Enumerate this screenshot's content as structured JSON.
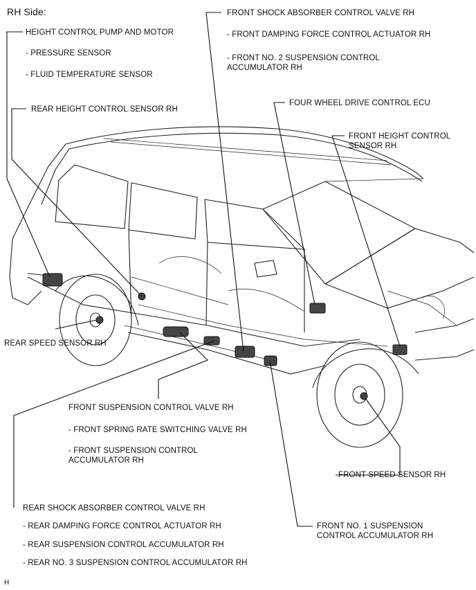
{
  "title": "RH Side:",
  "labels": {
    "height_pump": "HEIGHT CONTROL PUMP AND MOTOR",
    "pressure_sensor": "- PRESSURE SENSOR",
    "fluid_temp_sensor": "- FLUID TEMPERATURE SENSOR",
    "rear_height_sensor": "REAR HEIGHT CONTROL SENSOR RH",
    "rear_speed_sensor": "REAR SPEED SENSOR RH",
    "front_shock_valve": "FRONT SHOCK ABSORBER CONTROL VALVE RH",
    "front_damping_actuator": "- FRONT DAMPING FORCE CONTROL ACTUATOR RH",
    "front_no2_accum_line1": "- FRONT NO. 2 SUSPENSION CONTROL",
    "front_no2_accum_line2": "ACCUMULATOR RH",
    "fwd_ecu": "FOUR WHEEL DRIVE CONTROL ECU",
    "front_height_sensor_line1": "FRONT HEIGHT CONTROL",
    "front_height_sensor_line2": "SENSOR RH",
    "front_susp_valve": "FRONT SUSPENSION CONTROL VALVE RH",
    "front_spring_valve": "- FRONT SPRING RATE SWITCHING VALVE RH",
    "front_susp_accum_line1": "- FRONT SUSPENSION CONTROL",
    "front_susp_accum_line2": "ACCUMULATOR RH",
    "front_speed_sensor": "FRONT SPEED SENSOR RH",
    "rear_shock_valve": "REAR SHOCK ABSORBER CONTROL VALVE RH",
    "rear_damping_actuator": "- REAR DAMPING FORCE CONTROL ACTUATOR RH",
    "rear_susp_accum": "- REAR SUSPENSION CONTROL ACCUMULATOR RH",
    "rear_no3_accum": "- REAR NO. 3 SUSPENSION CONTROL ACCUMULATOR RH",
    "front_no1_accum_line1": "FRONT NO. 1 SUSPENSION",
    "front_no1_accum_line2": "CONTROL ACCUMULATOR RH"
  },
  "figure_code": "H"
}
